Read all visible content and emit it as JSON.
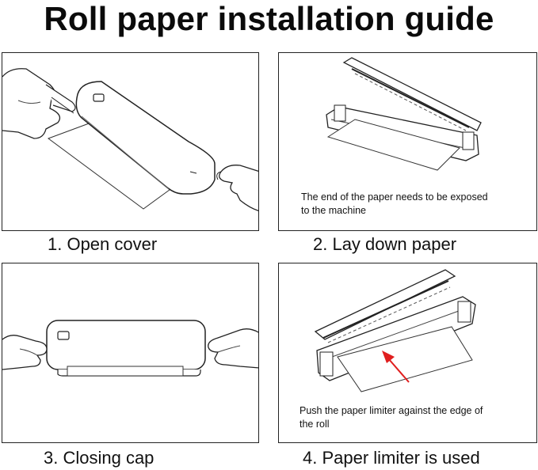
{
  "title": "Roll paper installation guide",
  "steps": [
    {
      "caption": "1. Open cover",
      "note": ""
    },
    {
      "caption": "2. Lay down paper",
      "note_lines": [
        "The end of the paper needs to be exposed",
        "to the machine"
      ]
    },
    {
      "caption": "3. Closing cap",
      "note": ""
    },
    {
      "caption": "4. Paper limiter is used",
      "note_lines": [
        "Push the paper limiter against the edge of",
        "the roll"
      ]
    }
  ],
  "colors": {
    "frame": "#222222",
    "arrow": "#e01e1e"
  }
}
